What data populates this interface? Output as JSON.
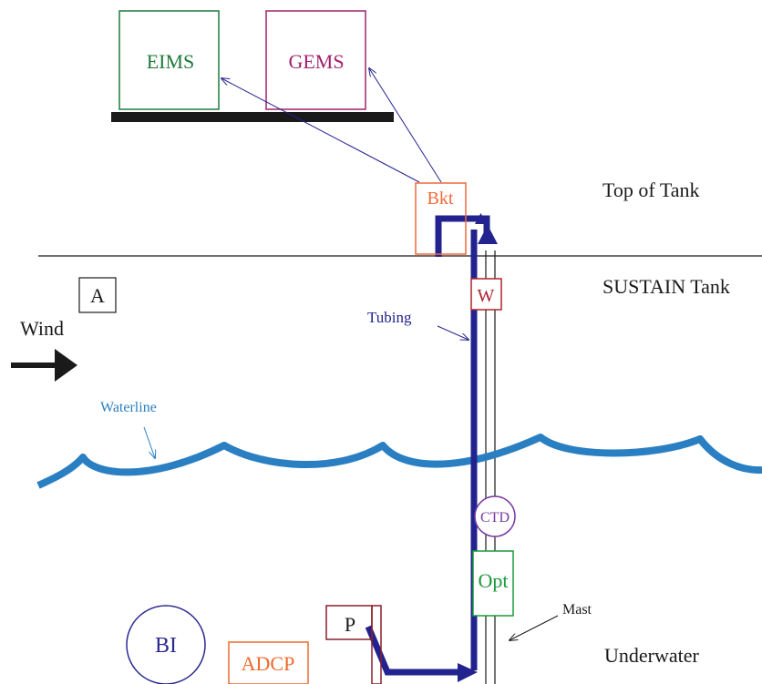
{
  "boxes": {
    "eims": "EIMS",
    "gems": "GEMS",
    "bkt": "Bkt",
    "w": "W",
    "opt": "Opt",
    "p": "P",
    "adcp": "ADCP",
    "a": "A"
  },
  "circles": {
    "ctd": "CTD",
    "bi": "BI"
  },
  "zones": {
    "top_of_tank": "Top of Tank",
    "sustain_tank": "SUSTAIN Tank",
    "underwater": "Underwater"
  },
  "annotations": {
    "wind": "Wind",
    "tubing": "Tubing",
    "waterline": "Waterline",
    "mast": "Mast"
  },
  "colors": {
    "eims": "#1f7a3a",
    "gems": "#a0226d",
    "bkt": "#ee6a3a",
    "w": "#b0232d",
    "p": "#8a1f2a",
    "adcp": "#ef6a2e",
    "ctd": "#7a3aa0",
    "opt": "#1a9a3a",
    "bi": "#2a2a90",
    "tubing": "#23238f",
    "waterline": "#2a7fc2",
    "black": "#1a1a1a"
  }
}
